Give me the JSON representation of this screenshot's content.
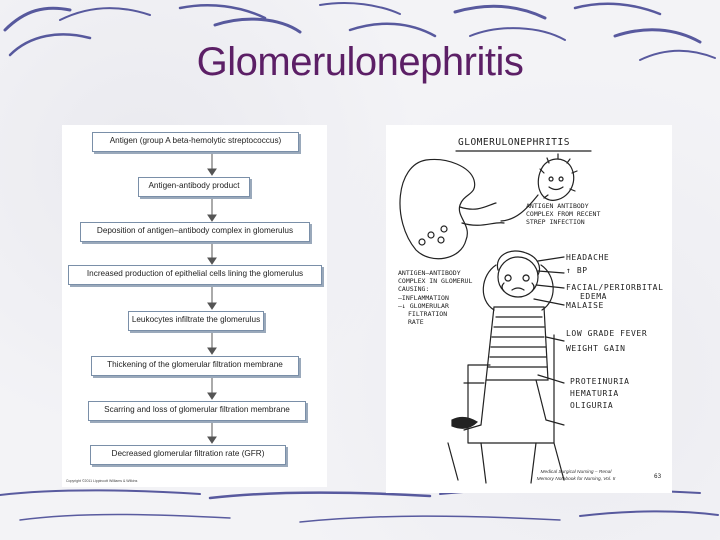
{
  "slide": {
    "title": "Glomerulonephritis"
  },
  "flowchart": {
    "steps": [
      "Antigen (group A beta-hemolytic streptococcus)",
      "Antigen-antibody product",
      "Deposition of antigen–antibody complex in glomerulus",
      "Increased production of epithelial cells lining the glomerulus",
      "Leukocytes infiltrate the glomerulus",
      "Thickening of the glomerular filtration membrane",
      "Scarring and loss of glomerular filtration membrane",
      "Decreased glomerular filtration rate (GFR)"
    ],
    "copyright": "Copyright ©2011 Lippincott Williams & Wilkins"
  },
  "cartoon": {
    "heading": "GLOMERULONEPHRITIS",
    "complex_label": [
      "ANTIGEN ANTIBODY",
      "COMPLEX FROM RECENT",
      "STREP INFECTION"
    ],
    "kidney_label": [
      "ANTIGEN–ANTIBODY",
      "COMPLEX IN GLOMERUL",
      "CAUSING:",
      "–INFLAMMATION",
      "–↓ GLOMERULAR",
      "FILTRATION",
      "RATE"
    ],
    "symptoms": [
      "HEADACHE",
      "↑ BP",
      "FACIAL/PERIORBITAL",
      "EDEMA",
      "MALAISE",
      "LOW GRADE FEVER",
      "WEIGHT GAIN",
      "PROTEINURIA",
      "HEMATURIA",
      "OLIGURIA"
    ],
    "credit": [
      "Medical Surgical Nursing – Renal",
      "Memory Notebook for Nursing, Vol. II"
    ],
    "page": "63"
  }
}
